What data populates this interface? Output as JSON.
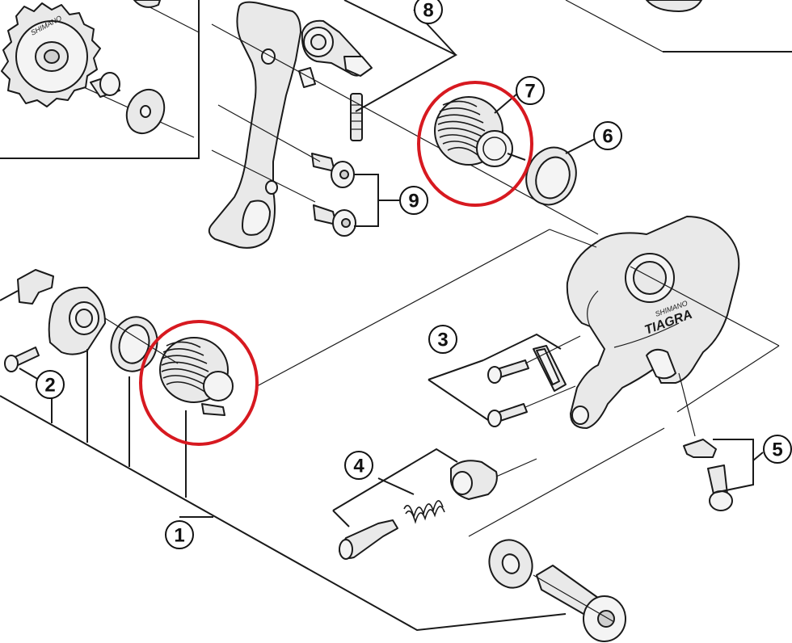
{
  "diagram": {
    "callouts": [
      {
        "label": "1"
      },
      {
        "label": "2"
      },
      {
        "label": "3"
      },
      {
        "label": "4"
      },
      {
        "label": "5"
      },
      {
        "label": "6"
      },
      {
        "label": "7"
      },
      {
        "label": "8"
      },
      {
        "label": "9"
      }
    ],
    "branding": {
      "pulley_brand": "SHIMANO",
      "body_brand": "SHIMANO",
      "body_model": "TIAGRA"
    },
    "highlight_color": "#d71920",
    "highlighted_parts": [
      "7",
      "1"
    ]
  }
}
